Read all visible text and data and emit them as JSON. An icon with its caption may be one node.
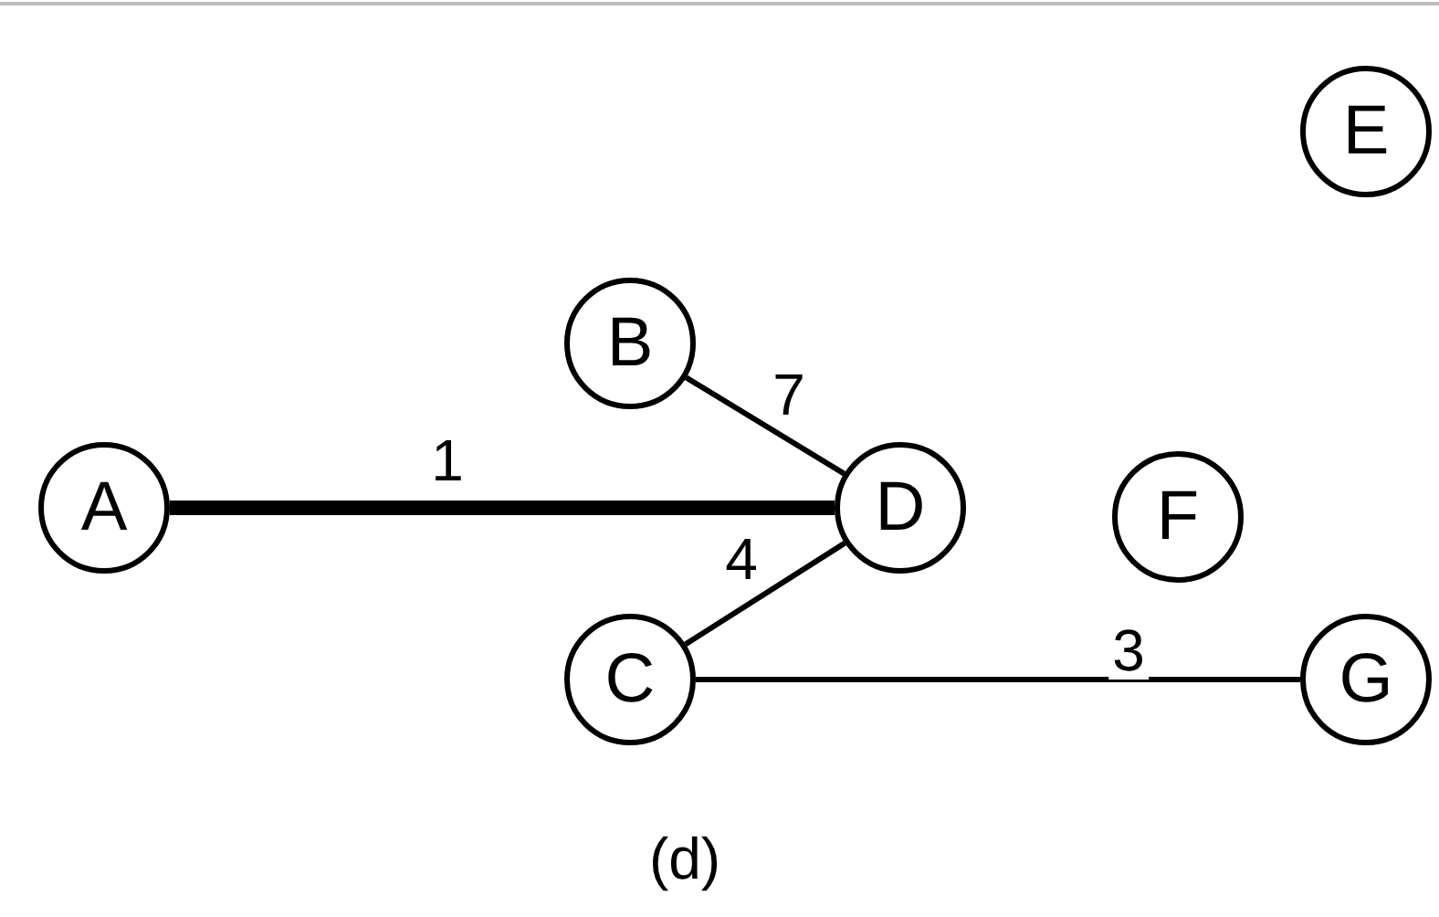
{
  "diagram": {
    "caption": "(d)",
    "nodes": [
      {
        "text": [
          "B"
        ]
      },
      {
        "text": [
          "A"
        ]
      },
      {
        "text": [
          "D"
        ]
      },
      {
        "text": [
          "C"
        ]
      },
      {
        "text": [
          "E"
        ]
      },
      {
        "text": [
          "F"
        ]
      },
      {
        "text": [
          "G"
        ]
      }
    ],
    "edges": [
      {
        "from": 1,
        "to": 2,
        "arrow": "none",
        "label": "1",
        "style": "thick"
      },
      {
        "from": 0,
        "to": 2,
        "arrow": "none",
        "label": "7"
      },
      {
        "from": 3,
        "to": 2,
        "arrow": "none",
        "label": "4"
      },
      {
        "from": 3,
        "to": 6,
        "arrow": "none",
        "label": "3"
      }
    ]
  }
}
